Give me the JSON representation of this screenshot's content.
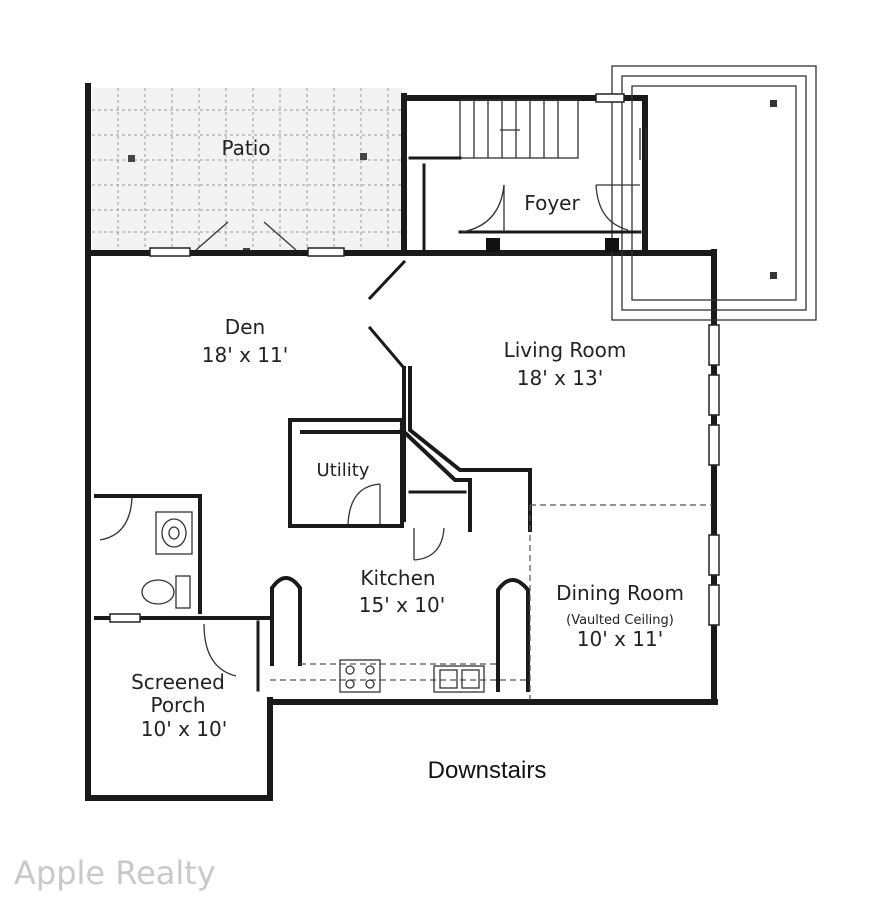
{
  "rooms": {
    "patio": {
      "name": "Patio"
    },
    "foyer": {
      "name": "Foyer"
    },
    "den": {
      "name": "Den",
      "size": "18' x 11'"
    },
    "living_room": {
      "name": "Living Room",
      "size": "18' x 13'"
    },
    "utility": {
      "name": "Utility"
    },
    "kitchen": {
      "name": "Kitchen",
      "size": "15' x 10'"
    },
    "dining_room": {
      "name": "Dining Room",
      "note": "(Vaulted Ceiling)",
      "size": "10' x 11'"
    },
    "screened_porch": {
      "name_line1": "Screened",
      "name_line2": "Porch",
      "size": "10' x 10'"
    }
  },
  "caption": "Downstairs",
  "watermark": "Apple Realty"
}
